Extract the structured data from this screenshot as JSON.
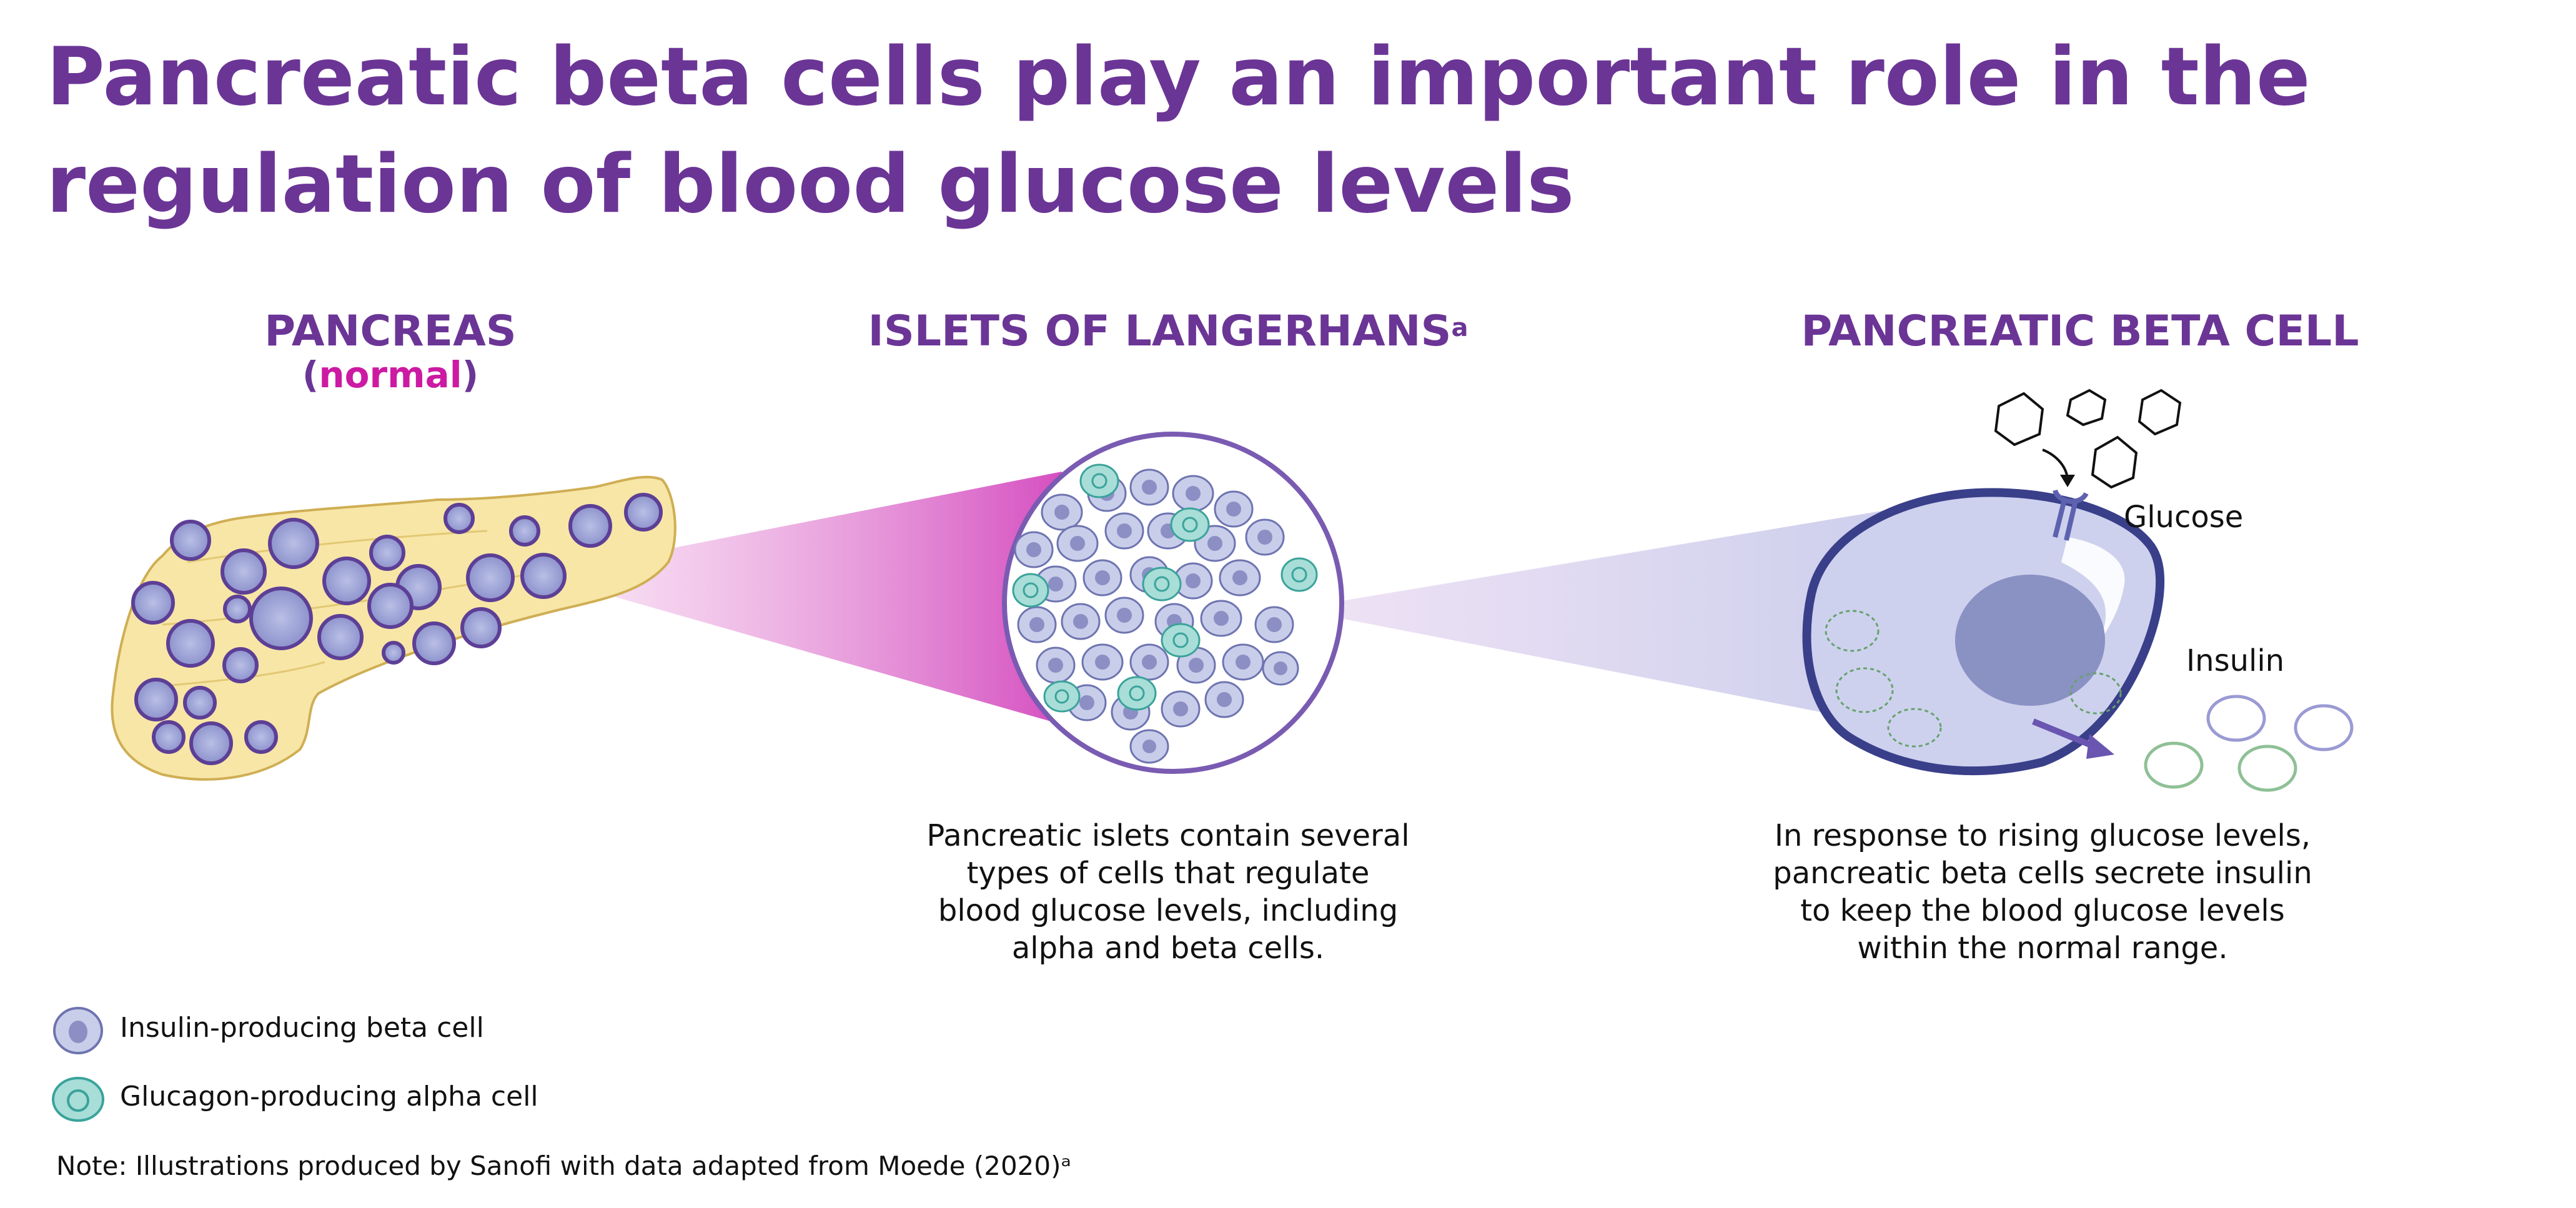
{
  "title": {
    "line1": "Pancreatic beta cells play an important role in the",
    "line2": "regulation of blood glucose levels"
  },
  "panels": {
    "pancreas": {
      "heading": "PANCREAS",
      "sub_open": "(",
      "sub_highlight": "normal",
      "sub_close": ")"
    },
    "islets": {
      "heading": "ISLETS OF LANGERHANS",
      "superscript": "a",
      "caption_lines": [
        "Pancreatic islets contain several",
        "types of cells that regulate",
        "blood glucose levels, including",
        "alpha and beta cells."
      ]
    },
    "beta_cell": {
      "heading": "PANCREATIC BETA CELL",
      "glucose_label": "Glucose",
      "insulin_label": "Insulin",
      "caption_lines": [
        "In response to rising glucose levels,",
        "pancreatic beta cells secrete insulin",
        "to keep the blood glucose levels",
        "within the normal range."
      ]
    }
  },
  "legend": {
    "items": [
      {
        "label": "Insulin-producing beta cell",
        "icon": "beta-cell-icon"
      },
      {
        "label": "Glucagon-producing alpha cell",
        "icon": "alpha-cell-icon"
      }
    ]
  },
  "note": "Note: Illustrations produced by Sanofi with data adapted from Moede (2020)ᵃ",
  "colors": {
    "title": "#6b3596",
    "highlight": "#cc1aa3",
    "beta_cell": "#c8cde9",
    "alpha_cell": "#a8ddd8",
    "pancreas": "#f7e6a6"
  }
}
